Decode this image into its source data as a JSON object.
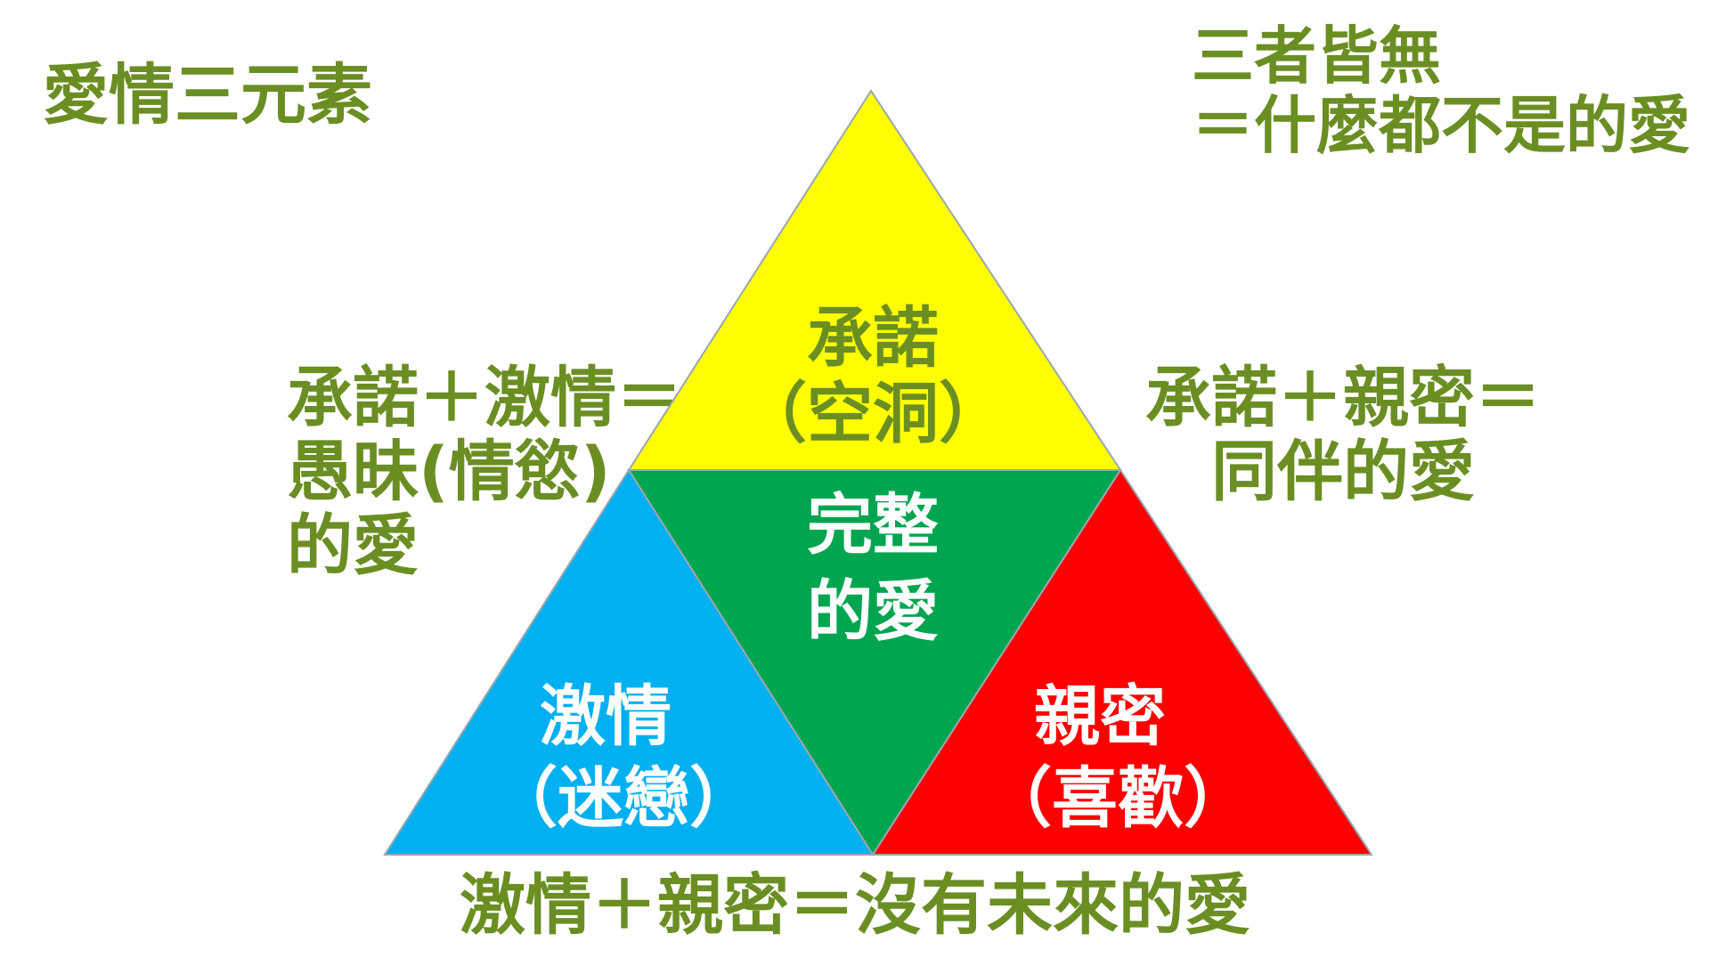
{
  "title": "愛情三元素",
  "none": {
    "line1": "三者皆無",
    "line2": "＝什麼都不是的愛"
  },
  "left_combo": {
    "line1": "承諾＋激情＝",
    "line2": "愚昧(情慾)",
    "line3": "的愛"
  },
  "right_combo": {
    "line1": "承諾＋親密＝",
    "line2": "同伴的愛"
  },
  "bottom_combo": "激情＋親密＝沒有未來的愛",
  "triangles": {
    "top": {
      "line1": "承諾",
      "line2": "（空洞）",
      "color": "#ffff00"
    },
    "center": {
      "line1": "完整",
      "line2": "的愛",
      "color": "#00a550"
    },
    "left": {
      "line1": "激情",
      "line2": "（迷戀）",
      "color": "#00b0f0"
    },
    "right": {
      "line1": "親密",
      "line2": "（喜歡）",
      "color": "#ff0000"
    }
  },
  "colors": {
    "text_label": "#6b8e23",
    "text_on_yellow": "#6b8e23",
    "text_on_fill": "#ffffff"
  }
}
